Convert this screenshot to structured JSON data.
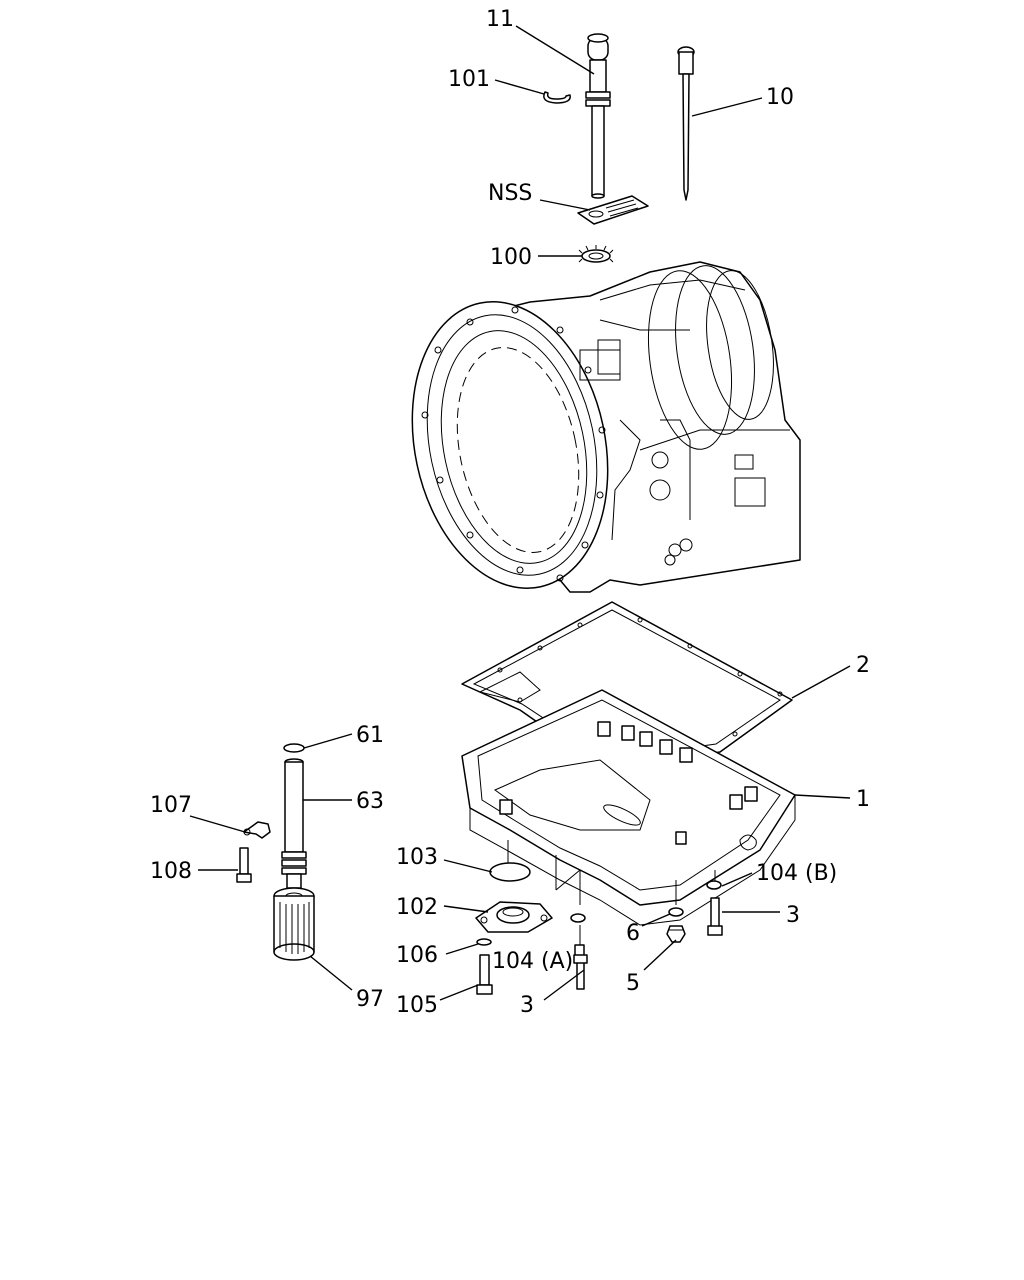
{
  "callouts": {
    "c11": "11",
    "c101": "101",
    "c10": "10",
    "cNSS": "NSS",
    "c100": "100",
    "c2": "2",
    "c61": "61",
    "c63": "63",
    "c1": "1",
    "c107": "107",
    "c103": "103",
    "c108": "108",
    "c104B": "104 (B)",
    "c102": "102",
    "c3r": "3",
    "c6": "6",
    "c106": "106",
    "c104A": "104 (A)",
    "c5": "5",
    "c97": "97",
    "c105": "105",
    "c3l": "3"
  }
}
